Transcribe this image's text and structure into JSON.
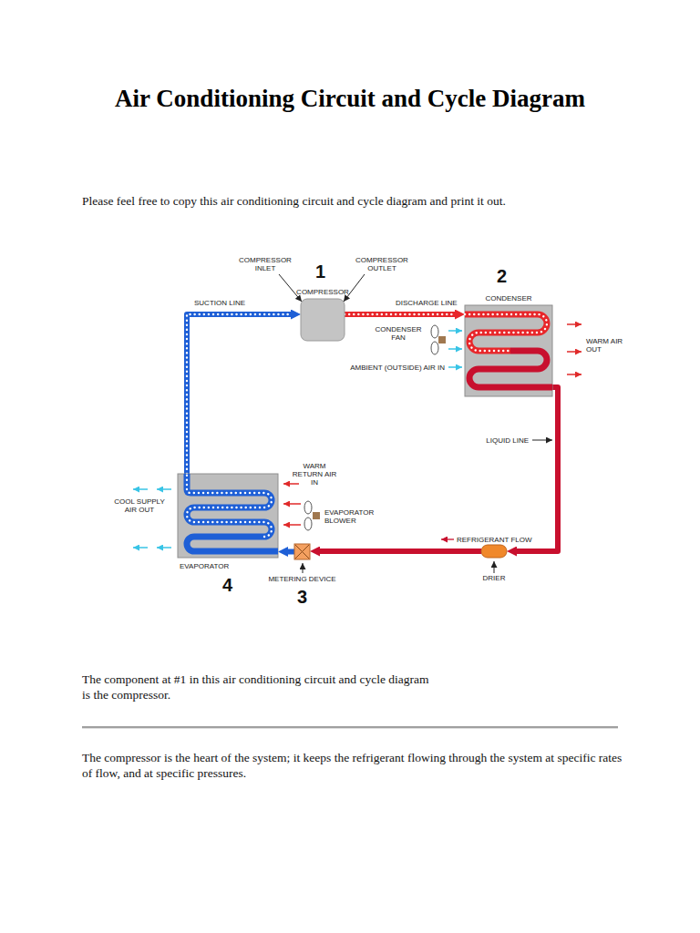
{
  "diagram": {
    "title": "Air Conditioning Circuit and Cycle Diagram",
    "nodes": [
      {
        "text": [
          "COMPRESSOR"
        ]
      },
      {
        "text": [
          "CONDENSER"
        ]
      },
      {
        "text": [
          "DRIER"
        ]
      },
      {
        "text": [
          "METERING DEVICE"
        ]
      },
      {
        "text": [
          "EVAPORATOR"
        ]
      }
    ],
    "edges": [
      {
        "from": 0,
        "to": 1,
        "arrow": "to",
        "label": "DISCHARGE LINE"
      },
      {
        "from": 1,
        "to": 2,
        "arrow": "to"
      },
      {
        "from": 2,
        "to": 3,
        "arrow": "to"
      },
      {
        "from": 3,
        "to": 4,
        "arrow": "to"
      },
      {
        "from": 4,
        "to": 0,
        "arrow": "to",
        "label": "SUCTION LINE"
      }
    ],
    "labels": [
      "Please feel free to copy this air conditioning circuit and cycle diagram and print it out.",
      "COMPRESSOR INLET",
      "1",
      "COMPRESSOR OUTLET",
      "2",
      "CONDENSER FAN",
      "AMBIENT (OUTSIDE) AIR IN",
      "WARM AIR OUT",
      "LIQUID LINE",
      "WARM RETURN AIR IN",
      "COOL SUPPLY AIR OUT",
      "EVAPORATOR BLOWER",
      "REFRIGERANT FLOW",
      "4",
      "3",
      "The component at #1 in this air conditioning circuit and cycle diagram is the compressor.",
      "The compressor is the heart of the system; it keeps the refrigerant flowing through the system at specific rates of flow, and at specific pressures."
    ]
  }
}
